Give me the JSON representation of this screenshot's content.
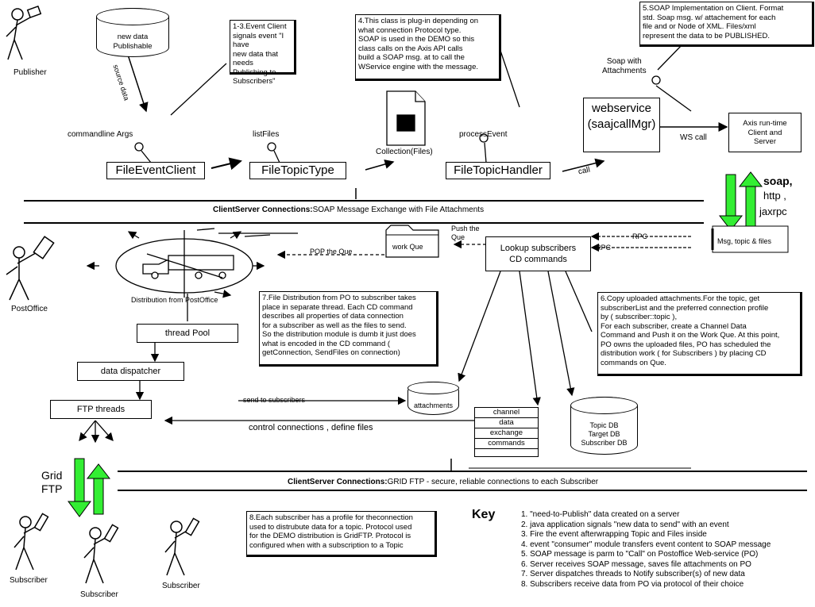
{
  "actors": {
    "publisher": "Publisher",
    "postoffice": "PostOffice",
    "subscriber1": "Subscriber",
    "subscriber2": "Subscriber",
    "subscriber3": "Subscriber"
  },
  "publisher_db": {
    "line1": "new data",
    "line2": "Publishable"
  },
  "source_data": "source data",
  "notes": {
    "n1": "1-3.Event Client\nsignals event \"I have\nnew data that needs\nPublishing to\nSubscribers\"",
    "n4": "4.This class is plug-in depending on\nwhat connection Protocol type.\nSOAP is used in the DEMO so this\nclass calls on the Axis  API calls\nbuild a SOAP msg. at to call the\nWService engine with the message.",
    "n5": "5.SOAP  Implementation on Client. Format\nstd. Soap msg. w/ attachement for each\nfile and or Node of XML. Files/xml\nrepresent the data to be PUBLISHED.",
    "n6": "6.Copy uploaded attachments.For the topic, get\nsubscriberList and the preferred connection profile\nby ( subscriber::topic ),\nFor each subscriber, create a Channel Data\nCommand and Push it on the Work Que. At this point,\nPO owns the uploaded files, PO has scheduled the\ndistribution work ( for Subscribers ) by placing CD\ncommands on Que.",
    "n7": "7.File Distribution from PO to subscriber takes\nplace in separate thread. Each CD command\ndescribes all properties of data connection\nfor a subscriber as well as the files to send.\nSo the distribution module is dumb it just does\nwhat is encoded in the CD command (\ngetConnection, SendFiles on connection)",
    "n8": "8.Each subscriber has a profile for theconnection\nused to distrubute data for a  topic. Protocol used\nfor the DEMO distribution is GridFTP. Protocol is\nconfigured when with a subscription to a Topic"
  },
  "interfaces": {
    "commandline": "commandline Args",
    "listfiles": "listFiles",
    "processevent": "processEvent",
    "soap_attach": "Soap with\nAttachments"
  },
  "classes": {
    "file_event_client": "FileEventClient",
    "file_topic_type": "FileTopicType",
    "file_topic_handler": "FileTopicHandler",
    "webservice": "webservice\n(saajcallMgr)",
    "axis": "Axis run-time\nClient and\nServer"
  },
  "labels": {
    "collection": "Collection(Files)",
    "call": "call",
    "ws_call": "WS call",
    "soap": "soap,",
    "http": "http ,",
    "jaxrpc": "jaxrpc",
    "msg_topic": "Msg, topic & files",
    "rpc1": "RPC",
    "rpc2": "RPC",
    "push_que": "Push the\nQue",
    "pop_que": "POP the Que",
    "work_que": "work Que",
    "lookup": "Lookup subscribers\nCD commands",
    "distribution": "Distribution from PostOffice",
    "thread_pool": "thread Pool",
    "data_dispatcher": "data dispatcher",
    "ftp_threads": "FTP threads",
    "send_to_subs": "send to subscribers",
    "attachments": "attachments",
    "control_conn": "control connections , define files",
    "topic_db": "Topic DB\nTarget DB\nSubscriber DB",
    "grid_ftp": "Grid\nFTP"
  },
  "channel_table": [
    "channel",
    "data",
    "exchange",
    "commands"
  ],
  "bands": {
    "top_bold": "ClientServer Connections:",
    "top_rest": "SOAP Message Exchange with File Attachments",
    "bottom_bold": "ClientServer Connections:",
    "bottom_rest": "GRID FTP - secure, reliable connections to each Subscriber"
  },
  "key": {
    "title": "Key",
    "items": [
      "1. \"need-to-Publish\" data created on a server",
      "2. java application signals \"new data to send\" with an event",
      "3. Fire the event afterwrapping Topic and Files inside",
      "4. event \"consumer\" module  transfers event content to SOAP message",
      "5.  SOAP message is parm to \"Call\" on Postoffice Web-service (PO)",
      "6. Server receives SOAP message, saves file attachments on PO",
      "7. Server dispatches threads to Notify subscriber(s) of new data",
      "8. Subscribers receive data from PO via protocol of their choice"
    ]
  },
  "colors": {
    "arrow_green": "#33ee33"
  }
}
